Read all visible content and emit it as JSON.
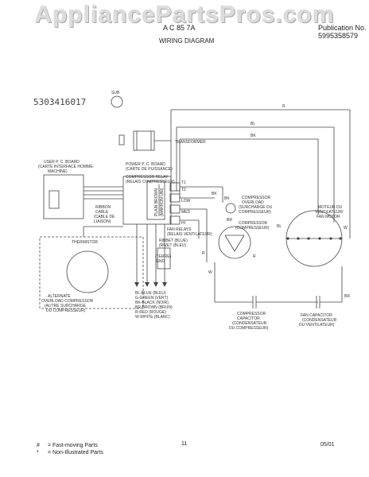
{
  "watermark": "AppliancePartsPros.com",
  "header": {
    "model": "A C 85 7A",
    "pub_no_label": "Publication No.",
    "pub_no": "5995358579",
    "title": "WIRING DIAGRAM"
  },
  "diagram": {
    "part_no": "5303416017",
    "sub_label": "SUB",
    "transformer": "TRANSFORMER",
    "user_board": [
      "USER P. C. BOARD",
      "(CARTE INTERFACE HOMME-",
      "MACHINE)"
    ],
    "power_board": [
      "POWER P. C. BOARD",
      "(CARTE DE PUISSANCE)"
    ],
    "comp_relay": [
      "COMPRESSOR RELAY",
      "(RELAIS COMPRESSEUR)"
    ],
    "ribbon_cable": [
      "RIBBON",
      "CABLE",
      "(CABLE DE",
      "LIAISON)"
    ],
    "plain_brown": [
      "PLAIN BROWN",
      "(MARRON UNI)"
    ],
    "term_labels": [
      "T1",
      "T2",
      "LOW",
      "MED",
      "HI"
    ],
    "fan_relays": [
      "FAN RELAYS",
      "(RELAIS VENTILATEUR)"
    ],
    "thermistor": "THERMISTOR",
    "overload": [
      "COMPRESSOR",
      "OVERLOAD",
      "(SURCHARGE DU",
      "COMPRESSEUR)"
    ],
    "compressor": [
      "COMPRESSOR",
      "(COMPRESSEUR)"
    ],
    "fan_motor": [
      "MOTEUR DU",
      "VENTILATEUR/",
      "FAN MOTOR"
    ],
    "ribbet": [
      "RIBBET (BLUE)",
      "(RIVET (BLEU)"
    ],
    "terre_gnd": [
      "(TERRE)",
      "GND"
    ],
    "comp_cap": [
      "COMPRESSOR",
      "CAPACITOR",
      "(CONDENSATEUR",
      "DU COMPRESSEUR)"
    ],
    "fan_cap": [
      "FAN CAPACITOR",
      "(CONDENSATEUR",
      "DU VENTILATEUR)"
    ],
    "alt_overload": [
      "ALTERNATE",
      "OVERLOAD COMPRESSOR",
      "(AUTRE SURCHARGE",
      "DU COMPRESSEUR)"
    ],
    "color_key": [
      "BL-BLUE (BLEU)",
      "G-GREEN (VERT)",
      "BK-BLACK (NOIR)",
      "BR-BROWN (BRUN)",
      "R-RED (ROUGE)",
      "W-WHITE (BLANC)"
    ],
    "wire_codes": [
      "R",
      "BL",
      "BK",
      "BK",
      "BK",
      "BR",
      "R",
      "W",
      "BR",
      "R",
      "BL",
      "W"
    ]
  },
  "footer": {
    "legend_symbol_1": "#",
    "legend_text_1": "= Fast-moving Parts",
    "legend_symbol_2": "*",
    "legend_text_2": "= Non-Illustrated Parts",
    "page": "11",
    "date": "05/01"
  }
}
